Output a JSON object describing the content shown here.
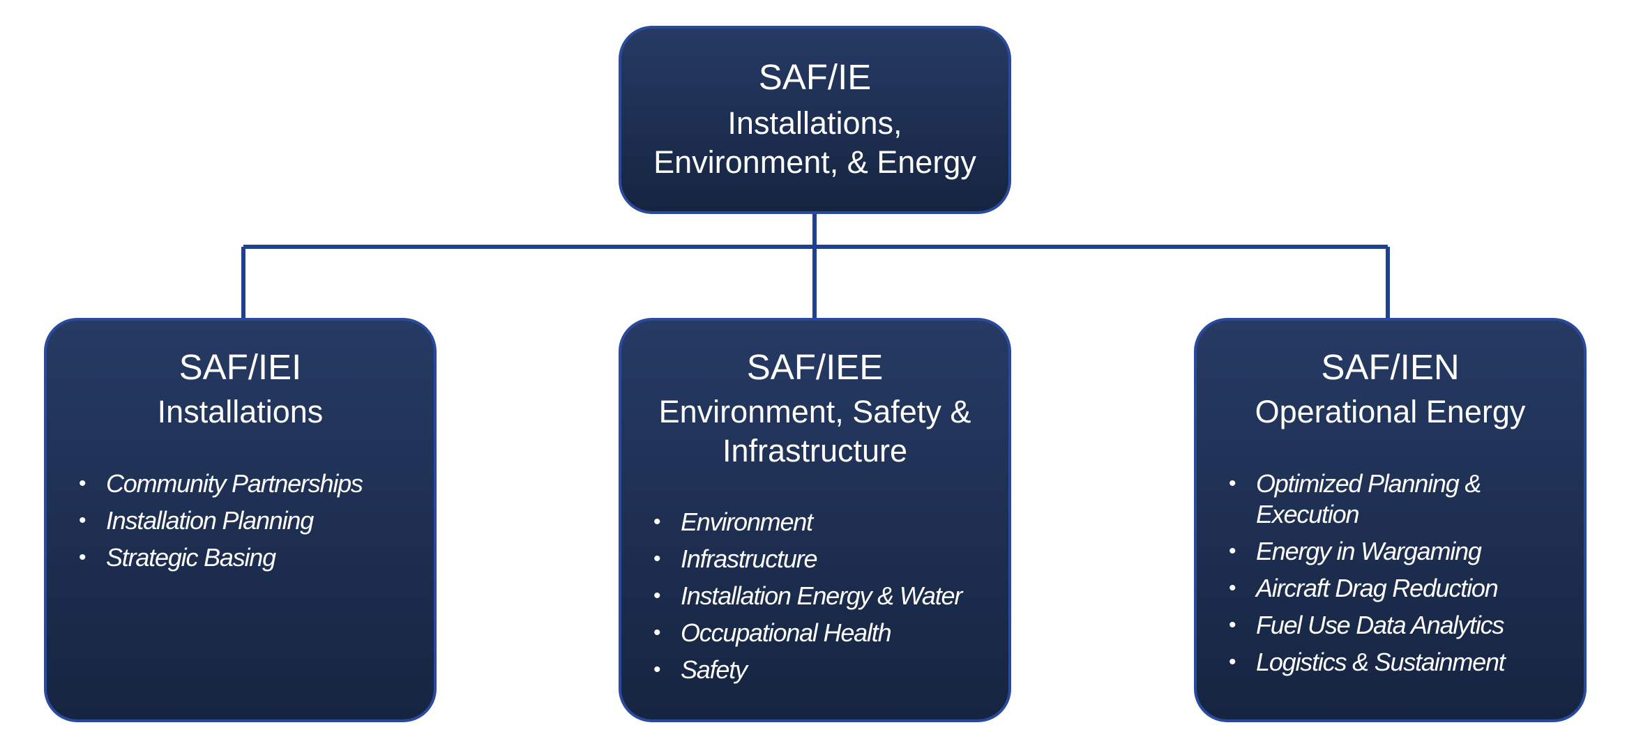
{
  "diagram": {
    "root": {
      "code": "SAF/IE",
      "name_line1": "Installations,",
      "name_line2": "Environment, & Energy"
    },
    "children": [
      {
        "code": "SAF/IEI",
        "name": "Installations",
        "items": [
          "Community Partnerships",
          "Installation Planning",
          "Strategic Basing"
        ]
      },
      {
        "code": "SAF/IEE",
        "name": "Environment, Safety & Infrastructure",
        "items": [
          "Environment",
          "Infrastructure",
          "Installation Energy & Water",
          "Occupational Health",
          "Safety"
        ]
      },
      {
        "code": "SAF/IEN",
        "name": "Operational Energy",
        "items": [
          "Optimized Planning & Execution",
          "Energy in Wargaming",
          "Aircraft Drag Reduction",
          "Fuel Use Data Analytics",
          "Logistics & Sustainment"
        ]
      }
    ],
    "bullet_glyph": "•",
    "colors": {
      "box_fill_top": "#263a64",
      "box_fill_bottom": "#152440",
      "border": "#2a4a9e",
      "connector": "#1f3f8f",
      "text": "#ffffff"
    }
  }
}
